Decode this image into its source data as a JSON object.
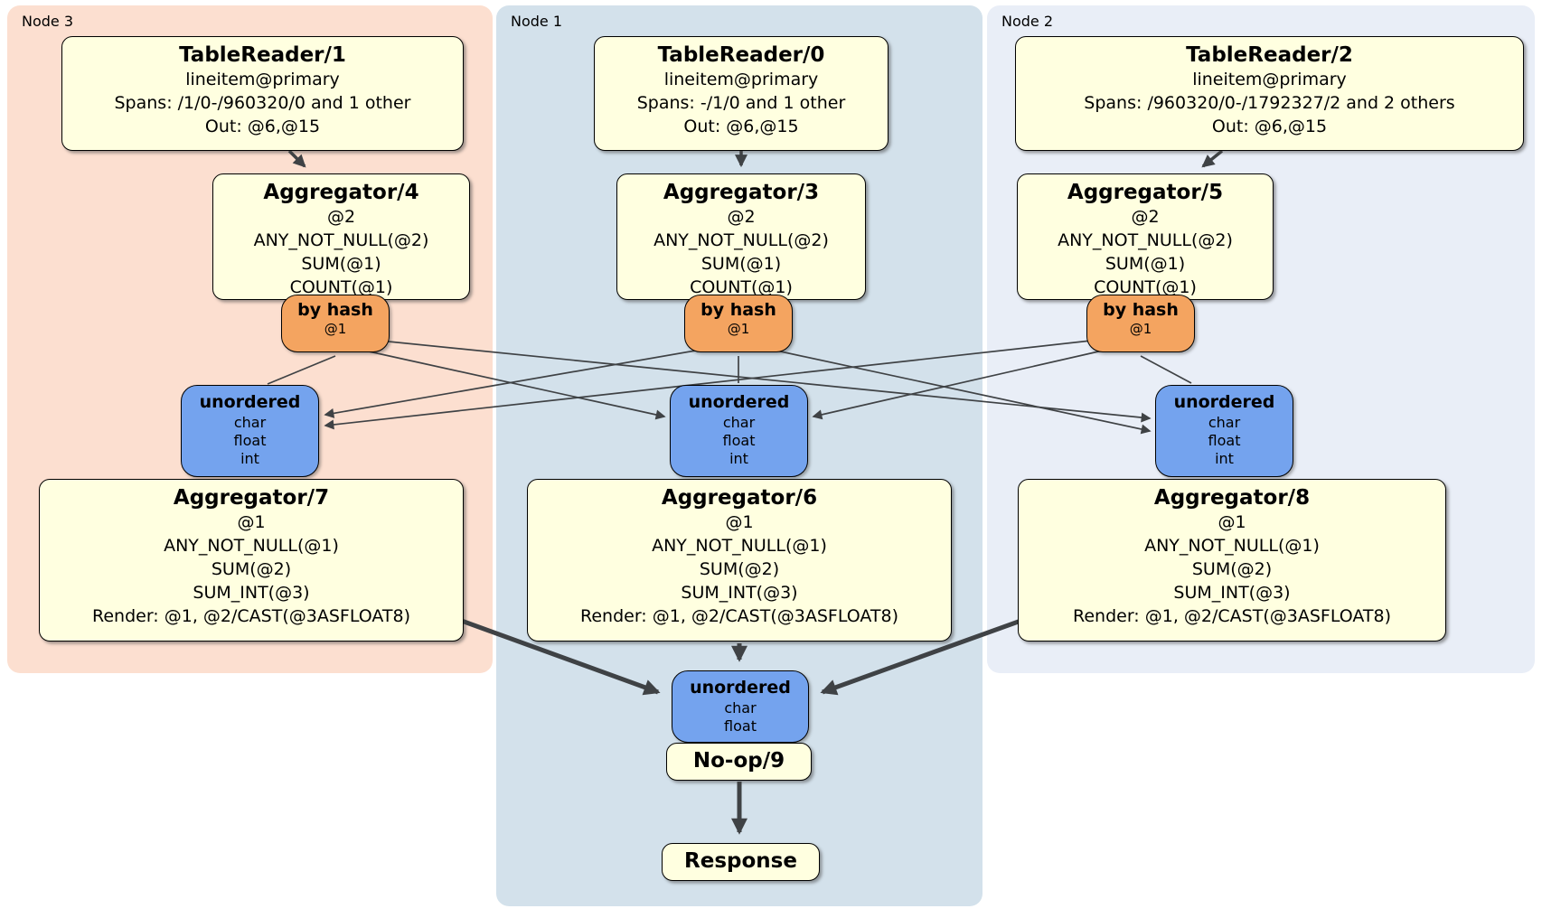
{
  "colors": {
    "processor_fill": "#ffffe0",
    "router_fill": "#f4a460",
    "sync_fill": "#74a3ee",
    "node3_fill": "#fcdfd0",
    "node1_fill": "#d3e1eb",
    "node2_fill": "#e9eef7",
    "edge": "#3f4245"
  },
  "regions": [
    {
      "label": "Node 3"
    },
    {
      "label": "Node 1"
    },
    {
      "label": "Node 2"
    }
  ],
  "processors": {
    "tr1": {
      "title": "TableReader/1",
      "lines": [
        "lineitem@primary",
        "Spans: /1/0-/960320/0 and 1 other",
        "Out: @6,@15"
      ]
    },
    "tr0": {
      "title": "TableReader/0",
      "lines": [
        "lineitem@primary",
        "Spans: -/1/0 and 1 other",
        "Out: @6,@15"
      ]
    },
    "tr2": {
      "title": "TableReader/2",
      "lines": [
        "lineitem@primary",
        "Spans: /960320/0-/1792327/2 and 2 others",
        "Out: @6,@15"
      ]
    },
    "agg4": {
      "title": "Aggregator/4",
      "lines": [
        "@2",
        "ANY_NOT_NULL(@2)",
        "SUM(@1)",
        "COUNT(@1)"
      ]
    },
    "agg3": {
      "title": "Aggregator/3",
      "lines": [
        "@2",
        "ANY_NOT_NULL(@2)",
        "SUM(@1)",
        "COUNT(@1)"
      ]
    },
    "agg5": {
      "title": "Aggregator/5",
      "lines": [
        "@2",
        "ANY_NOT_NULL(@2)",
        "SUM(@1)",
        "COUNT(@1)"
      ]
    },
    "router1": {
      "title": "by hash",
      "sub": "@1"
    },
    "router2": {
      "title": "by hash",
      "sub": "@1"
    },
    "router3": {
      "title": "by hash",
      "sub": "@1"
    },
    "sync1": {
      "title": "unordered",
      "lines": [
        "char",
        "float",
        "int"
      ]
    },
    "sync2": {
      "title": "unordered",
      "lines": [
        "char",
        "float",
        "int"
      ]
    },
    "sync3": {
      "title": "unordered",
      "lines": [
        "char",
        "float",
        "int"
      ]
    },
    "agg7": {
      "title": "Aggregator/7",
      "lines": [
        "@1",
        "ANY_NOT_NULL(@1)",
        "SUM(@2)",
        "SUM_INT(@3)",
        "Render: @1, @2/CAST(@3ASFLOAT8)"
      ]
    },
    "agg6": {
      "title": "Aggregator/6",
      "lines": [
        "@1",
        "ANY_NOT_NULL(@1)",
        "SUM(@2)",
        "SUM_INT(@3)",
        "Render: @1, @2/CAST(@3ASFLOAT8)"
      ]
    },
    "agg8": {
      "title": "Aggregator/8",
      "lines": [
        "@1",
        "ANY_NOT_NULL(@1)",
        "SUM(@2)",
        "SUM_INT(@3)",
        "Render: @1, @2/CAST(@3ASFLOAT8)"
      ]
    },
    "sync_final": {
      "title": "unordered",
      "lines": [
        "char",
        "float"
      ]
    },
    "noop": {
      "title": "No-op/9"
    },
    "response": {
      "title": "Response"
    }
  }
}
